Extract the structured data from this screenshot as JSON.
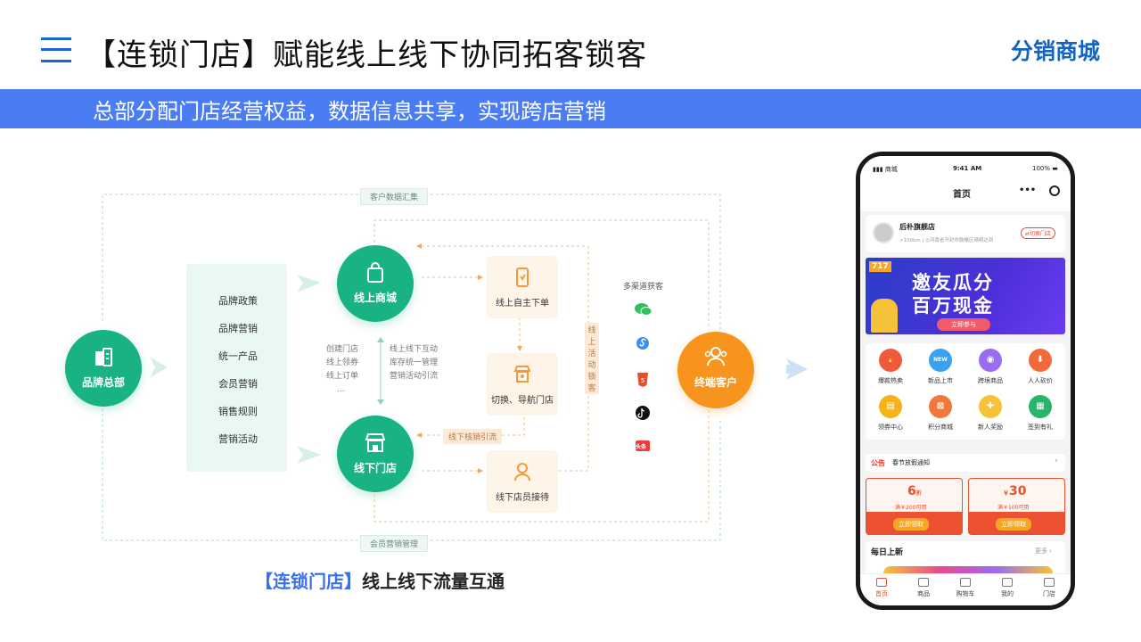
{
  "header": {
    "title": "【连锁门店】赋能线上线下协同拓客锁客",
    "brand": "分销商城",
    "banner": "总部分配门店经营权益，数据信息共享，实现跨店营销"
  },
  "diagram": {
    "top_tag": "客户数据汇集",
    "bottom_tag": "会员营销管理",
    "hq": "品牌总部",
    "policies": [
      "品牌政策",
      "品牌营销",
      "统一产品",
      "会员营销",
      "销售规则",
      "营销活动"
    ],
    "online_store": "线上商城",
    "offline_store": "线下门店",
    "left_notes": [
      "创建门店",
      "线上领券",
      "线上订单",
      "..."
    ],
    "right_notes": [
      "线上线下互动",
      "库存统一管理",
      "营销活动引流"
    ],
    "cards": [
      "线上自主下单",
      "切换、导航门店",
      "线下店员接待"
    ],
    "verify_tag": "线下核销引流",
    "lock_tag": "线上活动锁客",
    "channels_title": "多渠道获客",
    "channel_icons": [
      "wechat-icon",
      "mini-program-icon",
      "html5-icon",
      "tiktok-icon",
      "toutiao-icon"
    ],
    "toutiao_label": "头条",
    "terminal": "终端客户"
  },
  "caption": {
    "highlight": "【连锁门店】",
    "rest": "线上线下流量互通"
  },
  "phone": {
    "carrier": "商城",
    "time": "9:41 AM",
    "battery": "100%",
    "page_title": "首页",
    "store_name": "后朴旗舰店",
    "store_distance": ">100km",
    "store_address": "河南省开封市鼓楼区晴明达到",
    "switch_store": "切换门店",
    "promo_badge": "717",
    "promo_line1": "邀友瓜分",
    "promo_line2": "百万现金",
    "promo_button": "立即参与",
    "grid": [
      {
        "label": "爆款热卖",
        "color": "#f05a3c"
      },
      {
        "label": "新品上市",
        "color": "#3aa0f0"
      },
      {
        "label": "跨境商品",
        "color": "#9a6cf0"
      },
      {
        "label": "人人砍价",
        "color": "#f06a3c"
      },
      {
        "label": "领券中心",
        "color": "#f5b21a"
      },
      {
        "label": "积分商城",
        "color": "#f0783c"
      },
      {
        "label": "新人奖励",
        "color": "#f5c23a"
      },
      {
        "label": "签到有礼",
        "color": "#28b46a"
      }
    ],
    "notice_tag": "公告",
    "notice_text": "春节放假通知",
    "coupons": [
      {
        "value": "6",
        "unit": "折",
        "condition": "满￥200可用",
        "button": "立即领取"
      },
      {
        "value": "30",
        "unit": "￥",
        "condition": "满￥100可用",
        "button": "立即领取"
      }
    ],
    "daily_title": "每日上新",
    "more": "更多",
    "tabs": [
      "首页",
      "商品",
      "购物车",
      "我的",
      "门店"
    ]
  }
}
